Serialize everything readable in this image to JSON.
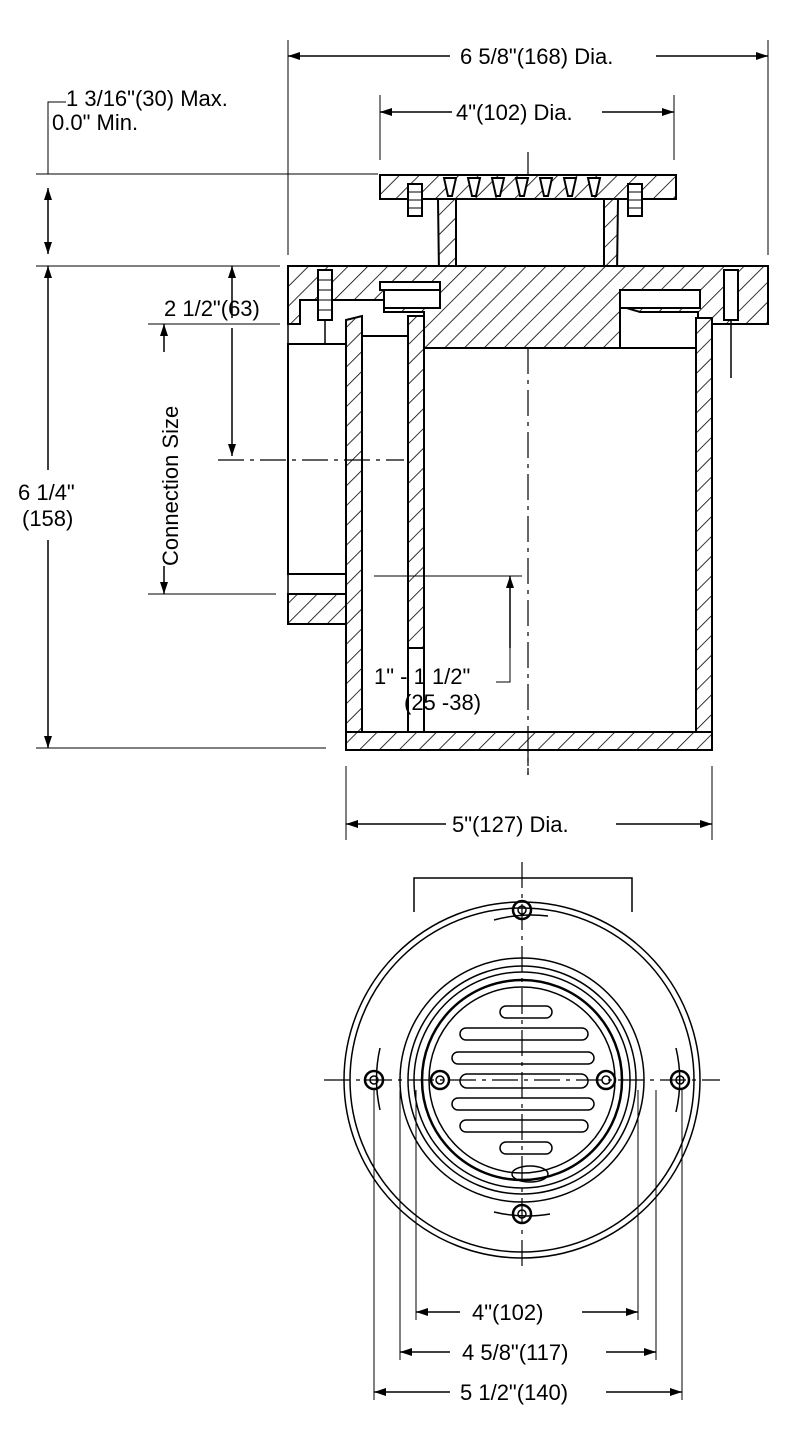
{
  "dimensions": {
    "top_overall": "6 5/8\"(168) Dia.",
    "top_strainer": "4\"(102) Dia.",
    "adjust_max": "1 3/16\"(30) Max.",
    "adjust_min": "0.0\" Min.",
    "outlet_offset": "2 1/2\"(63)",
    "connection_size": "Connection Size",
    "height_in": "6 1/4\"",
    "height_mm": "(158)",
    "gap_in": "1\" - 1 1/2\"",
    "gap_mm": "(25 -38)",
    "body_dia": "5\"(127) Dia.",
    "plan_strainer": "4\"(102)",
    "plan_bolt_circle": "4 5/8\"(117)",
    "plan_flange_bolt": "5 1/2\"(140)"
  }
}
